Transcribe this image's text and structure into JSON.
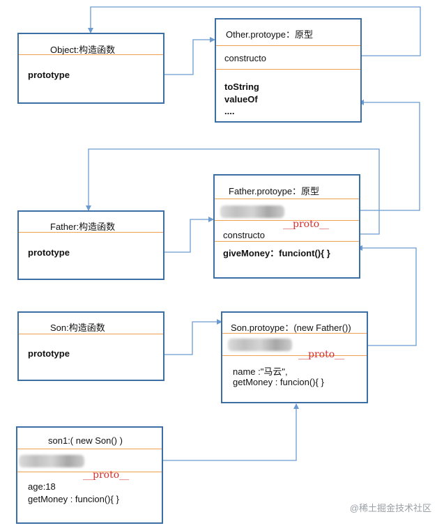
{
  "boxes": {
    "object": {
      "title": "Object:构造函数",
      "prototype": "prototype"
    },
    "other": {
      "title": "Other.protoype：原型",
      "constructor": "constructo",
      "methods": [
        "toString",
        "valueOf",
        "...."
      ]
    },
    "father": {
      "title": "Father:构造函数",
      "prototype": "prototype"
    },
    "father_proto": {
      "title": "Father.protoype：原型",
      "proto": "__proto__",
      "constructor": "constructo",
      "method": "giveMoney：funciont(){ }"
    },
    "son": {
      "title": "Son:构造函数",
      "prototype": "prototype"
    },
    "son_proto": {
      "title": "Son.protoype：(new Father())",
      "proto": "__proto__",
      "name_line": "name :\"马云\",",
      "method_line": "getMoney : funcion(){ }"
    },
    "son1": {
      "title": "son1:(  new Son()  )",
      "proto": "__proto__",
      "age_line": "age:18",
      "method_line": "getMoney : funcion(){ }"
    }
  },
  "watermark": "@稀土掘金技术社区",
  "colors": {
    "border": "#3a6ea5",
    "divider": "#f0a050",
    "arrow": "#6b9bd1",
    "proto_text": "#d43030"
  }
}
